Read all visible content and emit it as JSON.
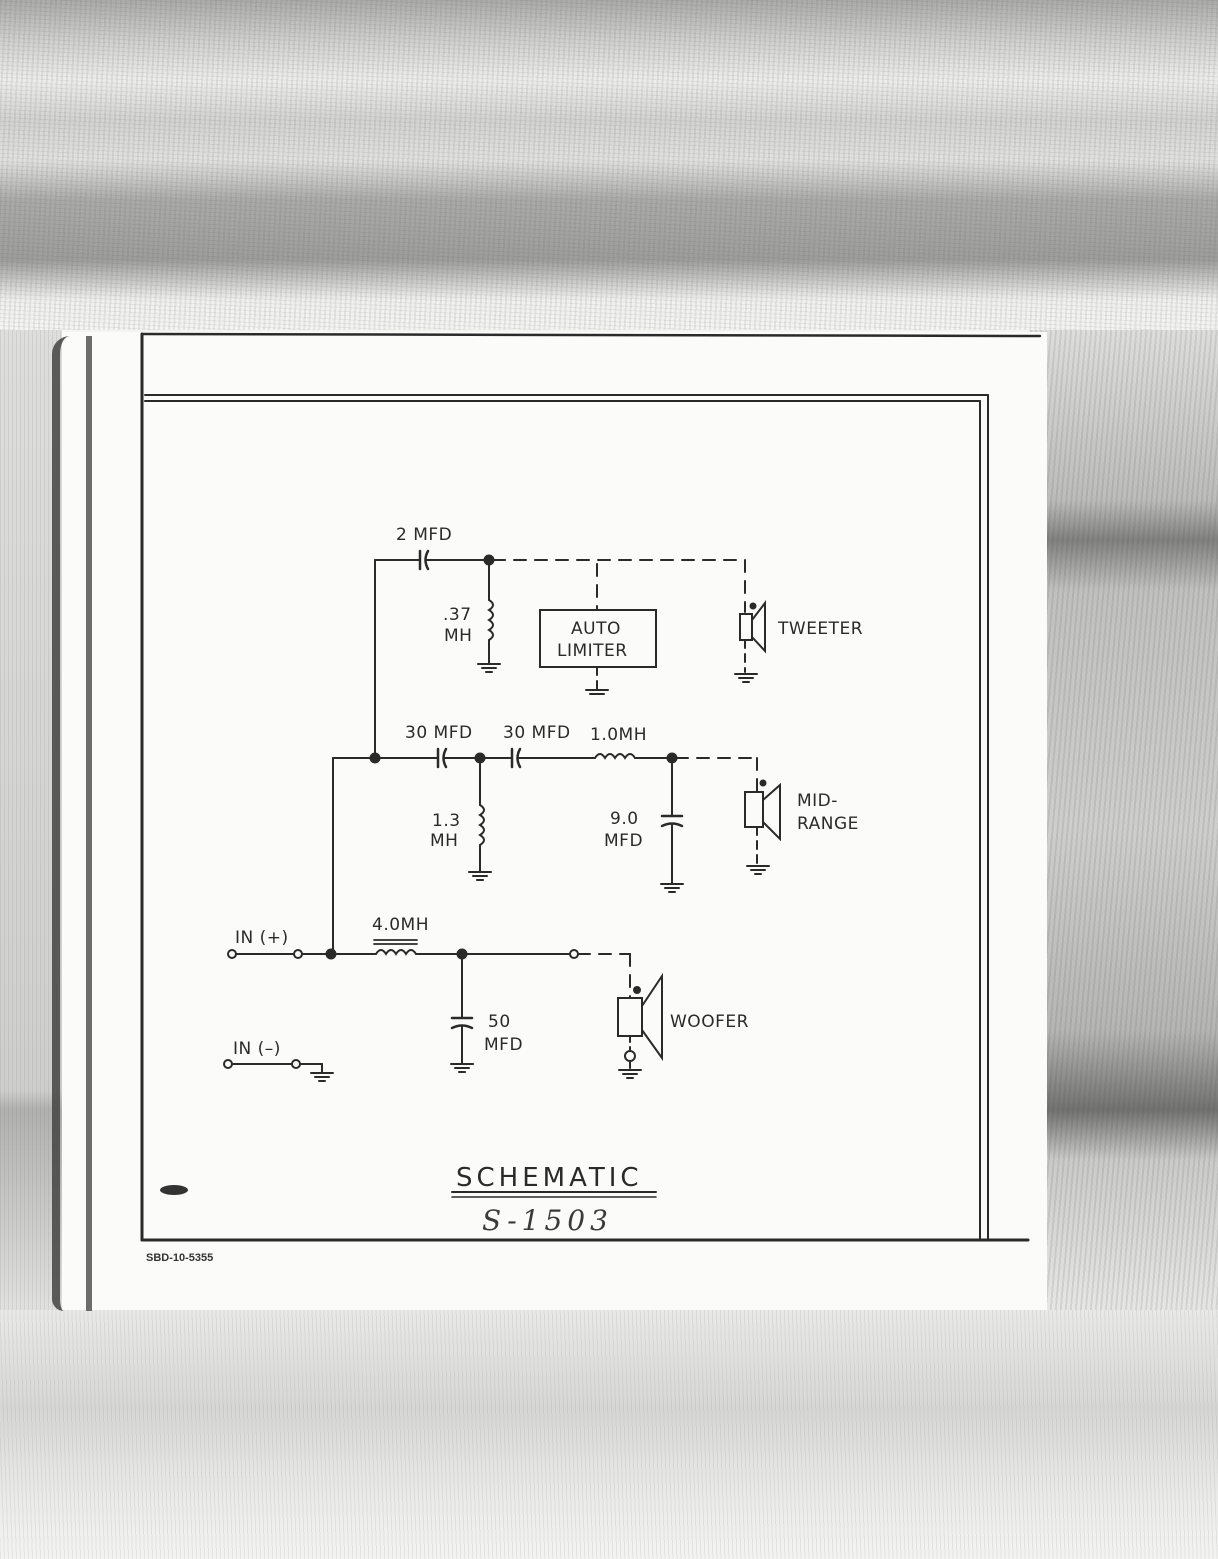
{
  "document": {
    "title": "SCHEMATIC",
    "drawing_number": "S-1503",
    "doc_code": "SBD-10-5355"
  },
  "components": {
    "c_tweeter": {
      "label": "2 MFD",
      "type": "capacitor"
    },
    "l_tweeter": {
      "label_line1": ".37",
      "label_line2": "MH",
      "type": "inductor"
    },
    "auto_limiter": {
      "label_line1": "AUTO",
      "label_line2": "LIMITER",
      "type": "block"
    },
    "c_mid_1": {
      "label": "30 MFD",
      "type": "capacitor"
    },
    "c_mid_2": {
      "label": "30 MFD",
      "type": "capacitor"
    },
    "l_mid_series": {
      "label": "1.0MH",
      "type": "inductor"
    },
    "l_mid_shunt": {
      "label_line1": "1.3",
      "label_line2": "MH",
      "type": "inductor"
    },
    "c_mid_shunt": {
      "label_line1": "9.0",
      "label_line2": "MFD",
      "type": "capacitor"
    },
    "l_woofer": {
      "label": "4.0MH",
      "type": "iron-core inductor"
    },
    "c_woofer": {
      "label_line1": "50",
      "label_line2": "MFD",
      "type": "capacitor"
    }
  },
  "speakers": {
    "tweeter": {
      "label": "TWEETER"
    },
    "midrange": {
      "label_line1": "MID-",
      "label_line2": "RANGE"
    },
    "woofer": {
      "label": "WOOFER"
    }
  },
  "terminals": {
    "in_plus": {
      "label": "IN (+)"
    },
    "in_minus": {
      "label": "IN (–)"
    }
  },
  "colors": {
    "ink": "#2a2a2a",
    "paper": "#fbfbfa",
    "background": "#f4f4f2"
  }
}
